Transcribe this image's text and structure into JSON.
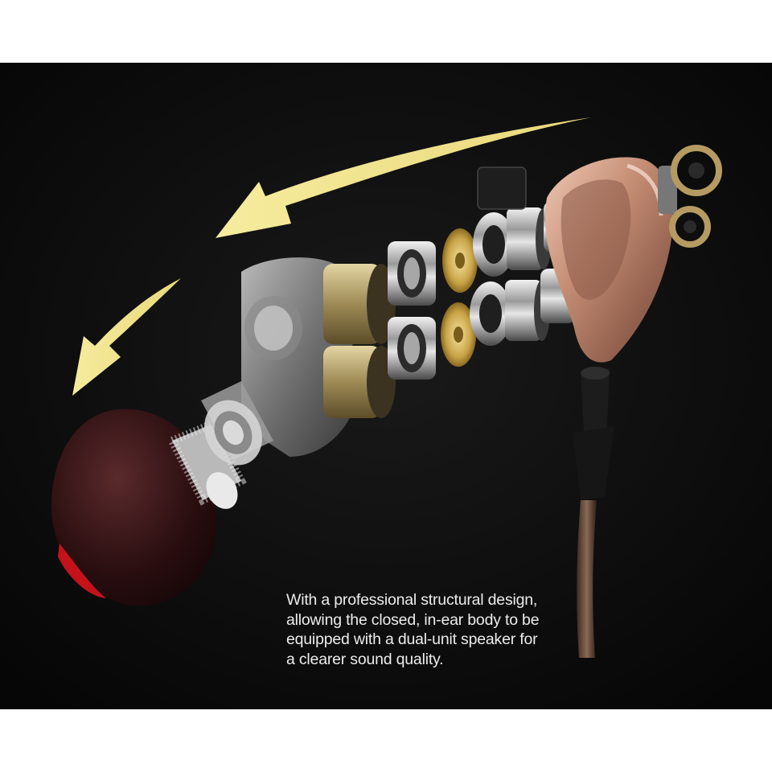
{
  "caption": {
    "lines": [
      "With a professional structural design,",
      "allowing the closed, in-ear body to be",
      "equipped with a dual-unit speaker for",
      "a clearer sound quality."
    ]
  },
  "colors": {
    "background": "#0b0b0b",
    "arrow": "#f3e79a",
    "shell_rose_gold": "#c9967e",
    "ear_tip": "#3a1416",
    "ear_tip_accent": "#c4121a",
    "diaphragm_gold": "#c9a447"
  },
  "illustration": {
    "subject": "exploded view of dual-driver in-ear earphone",
    "parts": [
      "ear tip",
      "nozzle mesh",
      "transparent inner shell",
      "dual dynamic drivers",
      "gold diaphragms",
      "magnet rings",
      "rose-gold outer shell",
      "MMCX connector plate",
      "cable strain relief",
      "braided cable"
    ]
  }
}
